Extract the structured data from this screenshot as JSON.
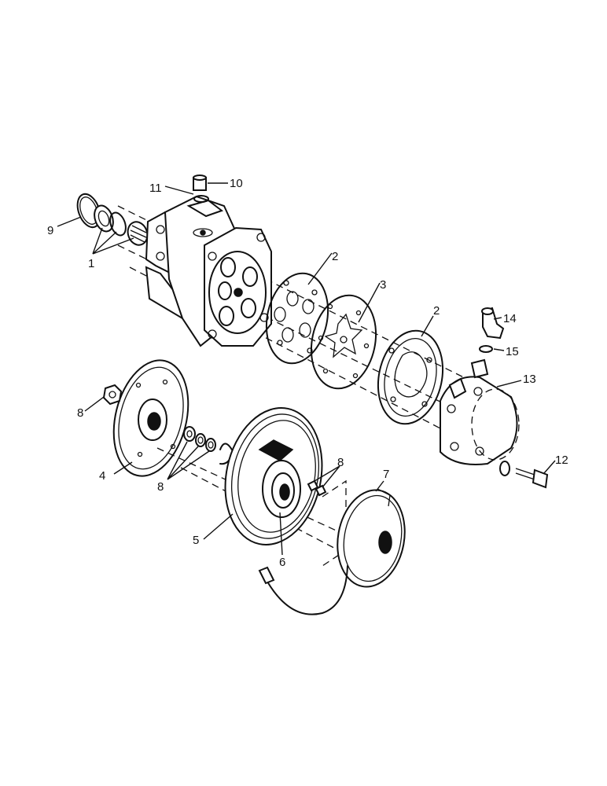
{
  "callouts": {
    "c1": "1",
    "c2a": "2",
    "c2b": "2",
    "c3": "3",
    "c4": "4",
    "c5": "5",
    "c6": "6",
    "c7": "7",
    "c8a": "8",
    "c8b": "8",
    "c8c": "8",
    "c9": "9",
    "c10": "10",
    "c11": "11",
    "c12": "12",
    "c13": "13",
    "c14": "14",
    "c15": "15"
  },
  "colors": {
    "ink": "#111111",
    "paper": "#ffffff"
  }
}
